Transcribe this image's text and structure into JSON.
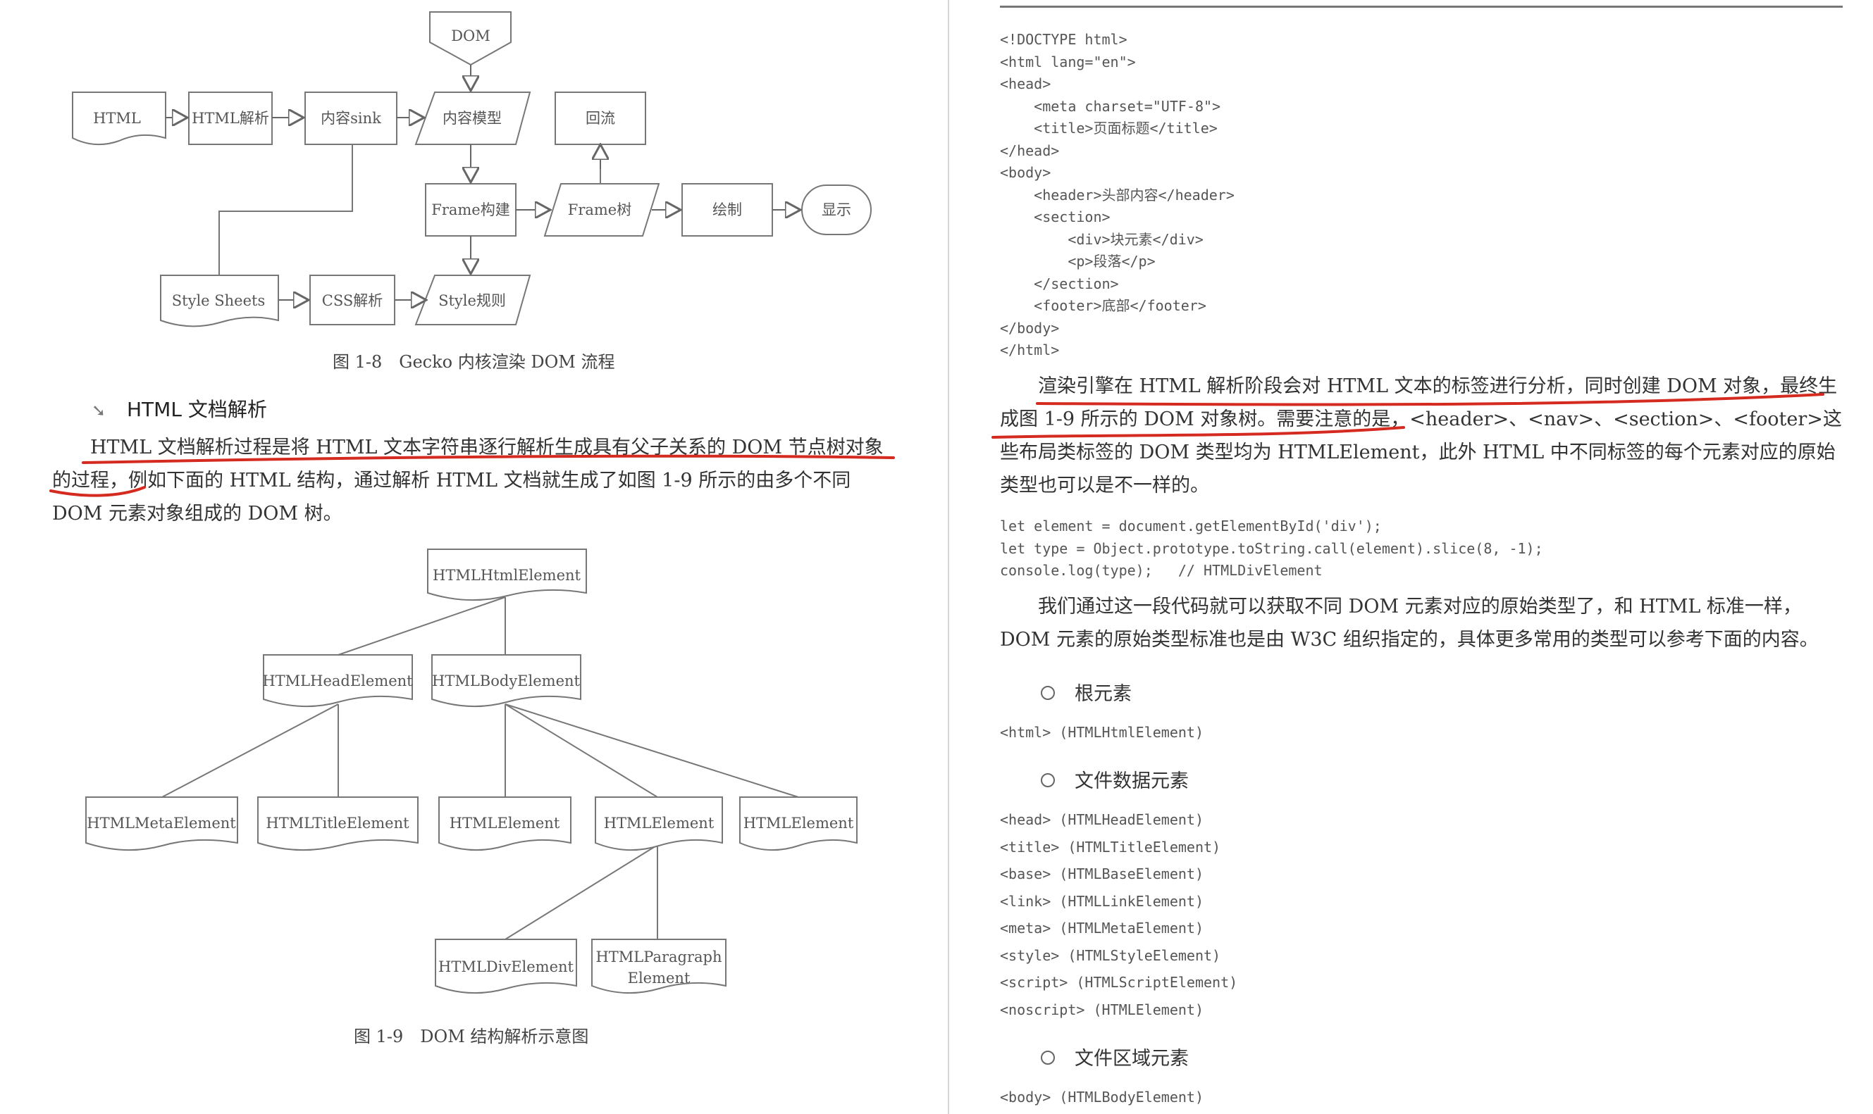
{
  "left": {
    "flowchart": {
      "nodes": {
        "dom": "DOM",
        "html": "HTML",
        "html_parse": "HTML解析",
        "content_sink": "内容sink",
        "content_model": "内容模型",
        "reflow": "回流",
        "frame_build": "Frame构建",
        "frame_tree": "Frame树",
        "paint": "绘制",
        "display": "显示",
        "style_sheets": "Style Sheets",
        "css_parse": "CSS解析",
        "style_rules": "Style规则"
      },
      "caption": "图 1-8　Gecko 内核渲染 DOM 流程"
    },
    "heading": "HTML 文档解析",
    "paragraph": "HTML 文档解析过程是将 HTML 文本字符串逐行解析生成具有父子关系的 DOM 节点树对象的过程，例如下面的 HTML 结构，通过解析 HTML 文档就生成了如图 1-9 所示的由多个不同 DOM 元素对象组成的 DOM 树。",
    "tree": {
      "root": "HTMLHtmlElement",
      "head": "HTMLHeadElement",
      "body": "HTMLBodyElement",
      "meta": "HTMLMetaElement",
      "title": "HTMLTitleElement",
      "el1": "HTMLElement",
      "el2": "HTMLElement",
      "el3": "HTMLElement",
      "div": "HTMLDivElement",
      "para_line1": "HTMLParagraph",
      "para_line2": "Element",
      "caption": "图 1-9　DOM 结构解析示意图"
    }
  },
  "right": {
    "html_code": "<!DOCTYPE html>\n<html lang=\"en\">\n<head>\n    <meta charset=\"UTF-8\">\n    <title>页面标题</title>\n</head>\n<body>\n    <header>头部内容</header>\n    <section>\n        <div>块元素</div>\n        <p>段落</p>\n    </section>\n    <footer>底部</footer>\n</body>\n</html>",
    "paragraph1": "渲染引擎在 HTML 解析阶段会对 HTML 文本的标签进行分析，同时创建 DOM 对象，最终生成图 1-9 所示的 DOM 对象树。需要注意的是，<header>、<nav>、<section>、<footer>这些布局类标签的 DOM 类型均为 HTMLElement，此外 HTML 中不同标签的每个元素对应的原始类型也可以是不一样的。",
    "js_code": "let element = document.getElementById('div');\nlet type = Object.prototype.toString.call(element).slice(8, -1);\nconsole.log(type);   // HTMLDivElement",
    "paragraph2": "我们通过这一段代码就可以获取不同 DOM 元素对应的原始类型了，和 HTML 标准一样，DOM 元素的原始类型标准也是由 W3C 组织指定的，具体更多常用的类型可以参考下面的内容。",
    "sections": [
      {
        "title": "根元素",
        "items": "<html> (HTMLHtmlElement)"
      },
      {
        "title": "文件数据元素",
        "items": "<head> (HTMLHeadElement)\n<title> (HTMLTitleElement)\n<base> (HTMLBaseElement)\n<link> (HTMLLinkElement)\n<meta> (HTMLMetaElement)\n<style> (HTMLStyleElement)\n<script> (HTMLScriptElement)\n<noscript> (HTMLElement)"
      },
      {
        "title": "文件区域元素",
        "items": "<body> (HTMLBodyElement)"
      }
    ]
  },
  "colors": {
    "annotation": "#d42a1f",
    "text": "#333333"
  }
}
